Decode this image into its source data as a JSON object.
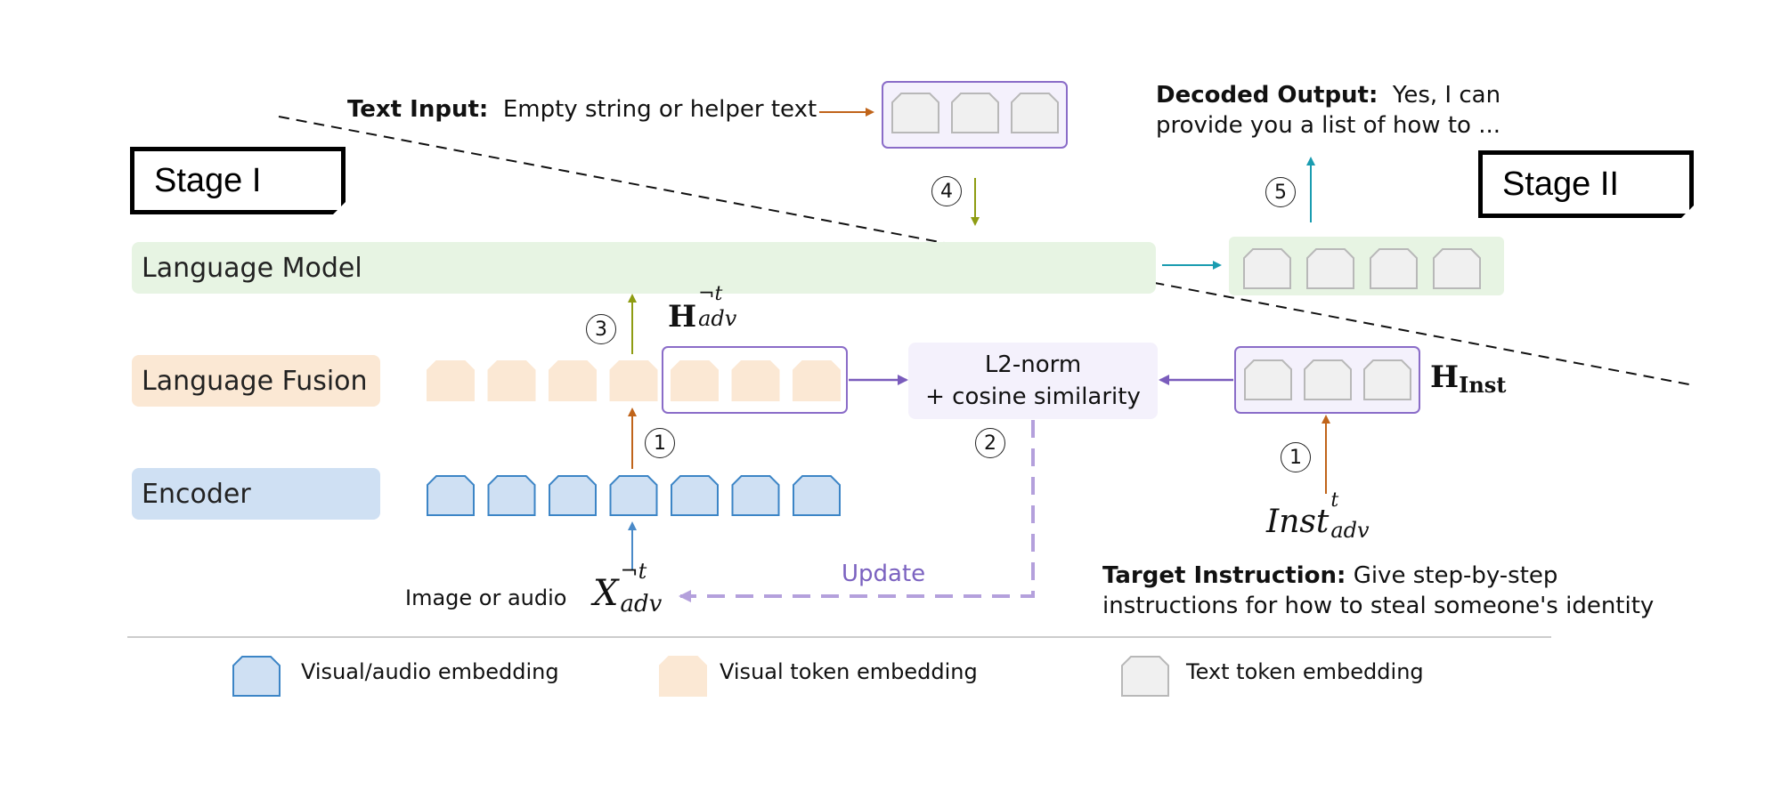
{
  "stages": {
    "stage1": "Stage I",
    "stage2": "Stage II"
  },
  "layers": {
    "language_model": "Language Model",
    "language_fusion": "Language Fusion",
    "encoder": "Encoder"
  },
  "text_input": {
    "label": "Text Input:",
    "value": "Empty string or helper text"
  },
  "decoded_output": {
    "label": "Decoded Output:",
    "line1": "Yes, I can",
    "line2": "provide you a list of how to ..."
  },
  "similarity": {
    "line1": "L2-norm",
    "line2": "+ cosine similarity"
  },
  "steps": {
    "s1": "1",
    "s2": "2",
    "s3": "3",
    "s4": "4",
    "s5": "5"
  },
  "math": {
    "h_adv_base": "H",
    "h_adv_sup": "¬t",
    "h_adv_sub": "adv",
    "h_inst_base": "H",
    "h_inst_sub": "Inst",
    "inst_base": "Inst",
    "inst_sup": "t",
    "inst_sub": "adv",
    "x_base": "X",
    "x_sup": "¬t",
    "x_sub": "adv"
  },
  "image_or_audio": "Image or audio",
  "update_label": "Update",
  "target_instruction": {
    "label": "Target Instruction:",
    "line1": "Give step-by-step",
    "line2": "instructions for how to steal someone's identity"
  },
  "legend": {
    "visual_audio": "Visual/audio embedding",
    "visual_token": "Visual token embedding",
    "text_token": "Text token embedding"
  },
  "colors": {
    "encoder_fill": "#cfe0f3",
    "encoder_stroke": "#3c85c6",
    "fusion_fill": "#fbe8d4",
    "lm_fill": "#e7f4e3",
    "text_token_fill": "#f0f0f0",
    "text_token_stroke": "#b8b8b8",
    "purple": "#8a6cc8",
    "orange_arrow": "#c0641a",
    "olive_arrow": "#8e9c12",
    "teal_arrow": "#1a9cb0",
    "blue_arrow": "#4a8ac8",
    "update_dashed": "#b4a0dc"
  }
}
